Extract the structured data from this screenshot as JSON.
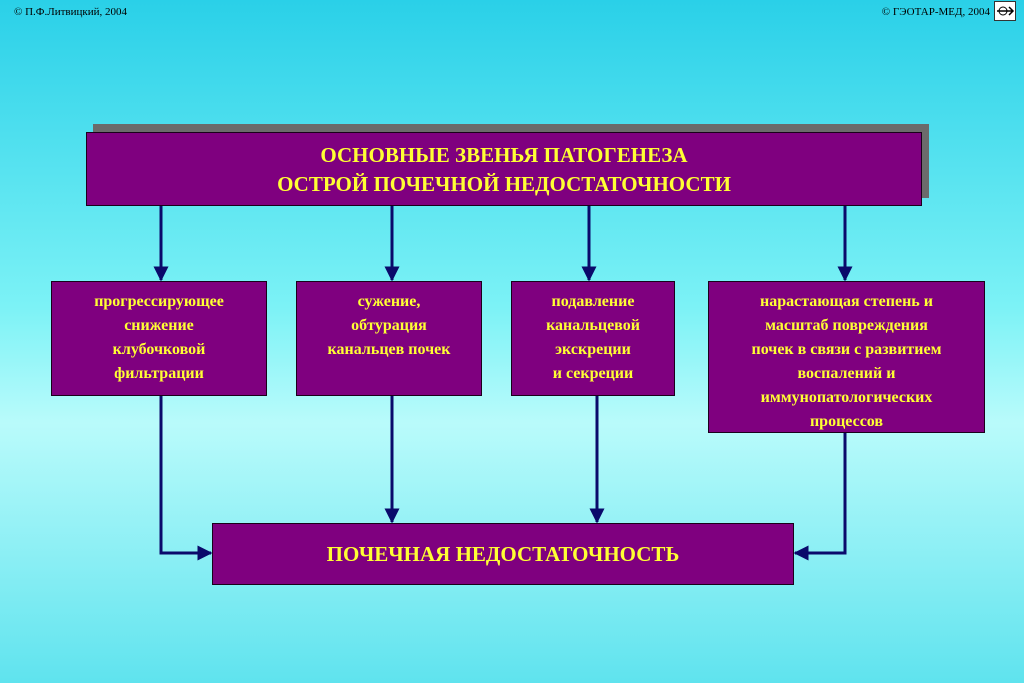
{
  "header": {
    "copyright_left": "© П.Ф.Литвицкий, 2004",
    "copyright_right": "© ГЭОТАР-МЕД, 2004"
  },
  "title": {
    "line1": "ОСНОВНЫЕ  ЗВЕНЬЯ  ПАТОГЕНЕЗА",
    "line2": "ОСТРОЙ  ПОЧЕЧНОЙ  НЕДОСТАТОЧНОСТИ"
  },
  "factors": [
    {
      "lines": [
        "прогрессирующее",
        "снижение",
        "клубочковой",
        "фильтрации"
      ]
    },
    {
      "lines": [
        "сужение,",
        "обтурация",
        "канальцев почек"
      ]
    },
    {
      "lines": [
        "подавление",
        "канальцевой",
        "экскреции",
        "и секреции"
      ]
    },
    {
      "lines": [
        "нарастающая степень и",
        "масштаб повреждения",
        "почек в связи с развитием",
        "воспалений и",
        "иммунопатологических",
        "процессов"
      ]
    }
  ],
  "result": {
    "label": "ПОЧЕЧНАЯ  НЕДОСТАТОЧНОСТЬ"
  },
  "colors": {
    "box_fill": "#7f007f",
    "box_text": "#ffff33",
    "arrow": "#0a0a6b",
    "shadow": "#6b6b6b"
  }
}
